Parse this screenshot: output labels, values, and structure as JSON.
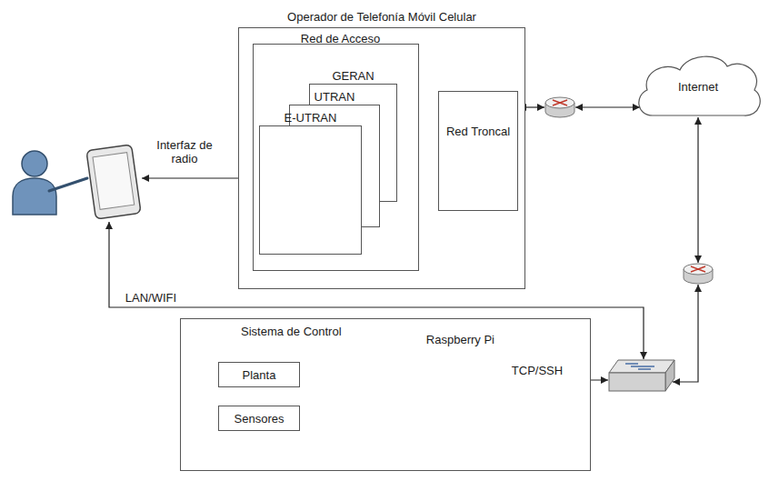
{
  "diagram": {
    "nodes": [
      {
        "text": [
          "Operador de Telefonía Móvil Celular"
        ]
      },
      {
        "text": [
          "Red de Acceso"
        ],
        "in": 0
      },
      {
        "text": [
          "GERAN"
        ],
        "in": 1
      },
      {
        "text": [
          "UTRAN"
        ],
        "in": 1
      },
      {
        "text": [
          "E-UTRAN"
        ],
        "in": 1
      },
      {
        "text": [
          "Red Troncal"
        ],
        "in": 0
      },
      {
        "text": [
          "Internet"
        ]
      },
      {
        "text": [
          "Sistema de Control"
        ]
      },
      {
        "text": [
          "Raspberry Pi"
        ],
        "in": 7
      },
      {
        "text": [
          "Planta"
        ],
        "in": 7
      },
      {
        "text": [
          "Sensores"
        ],
        "in": 7
      }
    ],
    "edges": [
      {
        "from": 2,
        "to": 5,
        "arrow": "both"
      },
      {
        "from": 8,
        "to": 9,
        "arrow": "to"
      },
      {
        "from": 9,
        "to": 10,
        "arrow": "to"
      },
      {
        "from": 10,
        "to": 8,
        "arrow": "to"
      }
    ],
    "labels": [
      "Interfaz de radio",
      "LAN/WIFI",
      "TCP/SSH"
    ]
  }
}
